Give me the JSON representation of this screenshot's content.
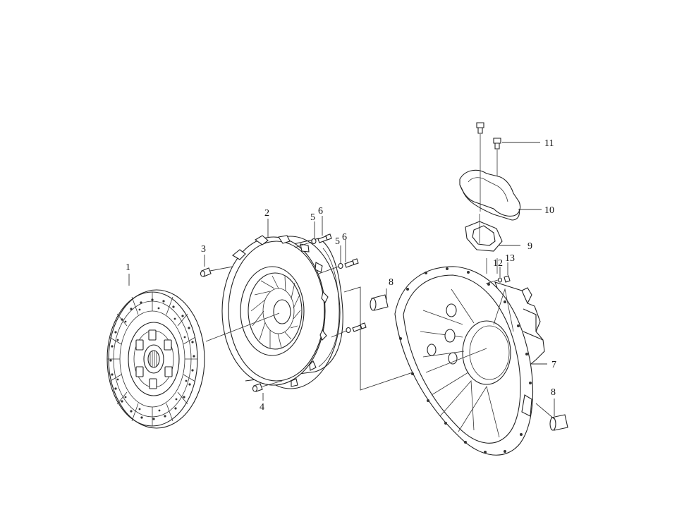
{
  "callouts": {
    "c1": "1",
    "c2": "2",
    "c3": "3",
    "c4": "4",
    "c5a": "5",
    "c6a": "6",
    "c5b": "5",
    "c6b": "6",
    "c7": "7",
    "c8a": "8",
    "c8b": "8",
    "c9": "9",
    "c10": "10",
    "c11": "11",
    "c12": "12",
    "c13": "13"
  }
}
